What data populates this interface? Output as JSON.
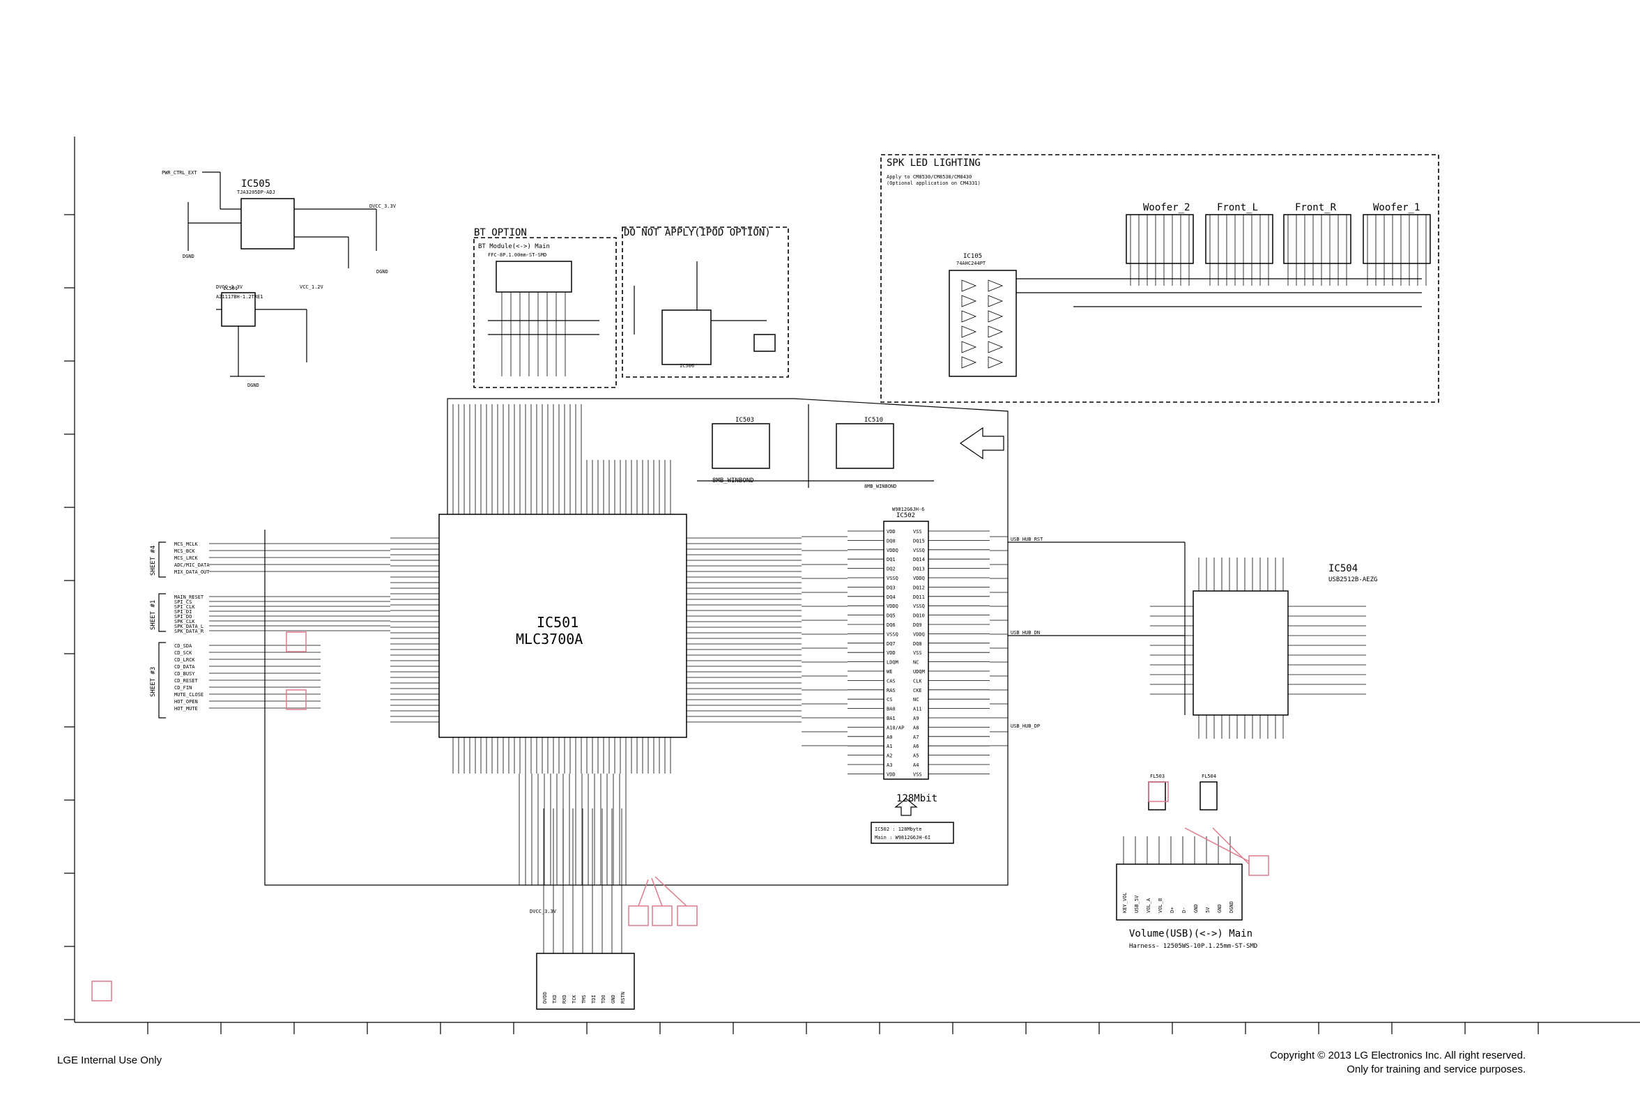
{
  "footer": {
    "left": "LGE Internal Use Only",
    "right_line1": "Copyright © 2013 LG Electronics Inc. All right reserved.",
    "right_line2": "Only for training and service purposes."
  },
  "ics": {
    "ic501_name": "IC501",
    "ic501_part": "MLC3700A",
    "ic505_name": "IC505",
    "ic505_part": "TJA3205DP-ADJ",
    "ic503": "IC503",
    "ic510": "IC510",
    "ic504_name": "IC504",
    "ic504_part": "USB2512B-AEZG",
    "ic105_name": "IC105",
    "ic105_part": "74AHC244PT",
    "ic502": "IC502",
    "ic502_part": "W9812G6JH-6",
    "mem_size": "128Mbit",
    "winbond": "8MB_WINBOND"
  },
  "blocks": {
    "bt_option": "BT OPTION",
    "bt_module": "BT Module(<->) Main",
    "bt_ffc": "FFC-8P.1.00mm-ST-SMD",
    "ipod": "DO NOT APPLY(IPOD OPTION)",
    "spk_led": "SPK LED LIGHTING",
    "spk_apply": "Apply to CM8530/CM8530/CM8430",
    "spk_optional": "(Optional application on CM4331)",
    "woofer2": "Woofer_2",
    "front_l": "Front_L",
    "front_r": "Front_R",
    "woofer1": "Woofer_1",
    "volume": "Volume(USB)(<->) Main",
    "harness": "Harness- 12505WS-10P.1.25mm-ST-SMD"
  },
  "sheets": {
    "sheet4": "SHEET #4",
    "sheet1": "SHEET #1",
    "sheet3": "SHEET #3"
  },
  "power": {
    "dvcc33": "DVCC_3.3V",
    "vcc12": "VCC_1.2V",
    "dgnd": "DGND"
  },
  "nets_left_top": [
    "MCS_MCLK",
    "MCS_BCK",
    "MCS_LRCK",
    "ADC/MIC_DATA",
    "MIX_DATA_OUT"
  ],
  "nets_left_mid": [
    "MAIN_RESET",
    "SPI_CS",
    "SPI_CLK",
    "SPI_DI",
    "SPI_DO",
    "SPK_CLK",
    "SPK_DATA_L",
    "SPK_DATA_R"
  ],
  "nets_left_bot": [
    "CD_SDA",
    "CD_SCK",
    "CD_LRCK",
    "CD_DATA",
    "CD_BUSY",
    "CD_RESET",
    "CD_FIN",
    "MUTE_CLOSE",
    "HOT_OPEN",
    "HOT_MUTE"
  ],
  "mem_left_pins": [
    "VDD",
    "DQ0",
    "VDDQ",
    "DQ1",
    "DQ2",
    "VSSQ",
    "DQ3",
    "DQ4",
    "VDDQ",
    "DQ5",
    "DQ6",
    "VSSQ",
    "DQ7",
    "VDD",
    "LDQM",
    "WE",
    "CAS",
    "RAS",
    "CS",
    "BA0",
    "BA1",
    "A10/AP",
    "A0",
    "A1",
    "A2",
    "A3",
    "VDD"
  ],
  "mem_right_pins": [
    "VSS",
    "DQ15",
    "VSSQ",
    "DQ14",
    "DQ13",
    "VDDQ",
    "DQ12",
    "DQ11",
    "VSSQ",
    "DQ10",
    "DQ9",
    "VDDQ",
    "DQ8",
    "VSS",
    "NC",
    "UDQM",
    "CLK",
    "CKE",
    "NC",
    "A11",
    "A9",
    "A8",
    "A7",
    "A6",
    "A5",
    "A4",
    "VSS"
  ],
  "connector_bottom_pins": [
    "DVDD",
    "TXD",
    "RXD",
    "TCK",
    "TMS",
    "TDI",
    "TDO",
    "GND",
    "RSTN"
  ],
  "connector_right_pins": [
    "KEY_VOL",
    "USB_5V",
    "VOL_A",
    "VOL_B",
    "D+",
    "D-",
    "GND",
    "5V",
    "GND",
    "DGND"
  ],
  "usb_nets": [
    "USB_HUB_RST",
    "USB_HUB_DN",
    "USB_HUB_DP"
  ]
}
